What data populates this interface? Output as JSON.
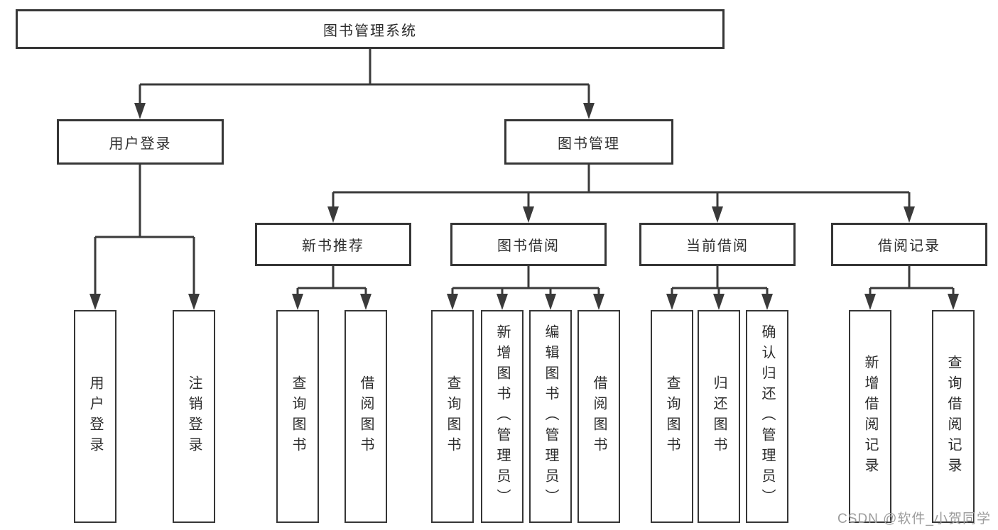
{
  "colors": {
    "background": "#ffffff",
    "line": "#3a3a3a",
    "box_border": "#363636",
    "text": "#2d2d2d",
    "watermark": "#9c9c9c"
  },
  "nodes": {
    "root": {
      "label": "图书管理系统"
    },
    "level2": [
      {
        "label": "用户登录"
      },
      {
        "label": "图书管理"
      }
    ],
    "level3": [
      {
        "label": "新书推荐"
      },
      {
        "label": "图书借阅"
      },
      {
        "label": "当前借阅"
      },
      {
        "label": "借阅记录"
      }
    ],
    "leaves": [
      {
        "label": "用户登录"
      },
      {
        "label": "注销登录"
      },
      {
        "label": "查询图书"
      },
      {
        "label": "借阅图书"
      },
      {
        "label": "查询图书"
      },
      {
        "label": "新增图书（管理员）"
      },
      {
        "label": "编辑图书（管理员）"
      },
      {
        "label": "借阅图书"
      },
      {
        "label": "查询图书"
      },
      {
        "label": "归还图书"
      },
      {
        "label": "确认归还（管理员）"
      },
      {
        "label": "新增借阅记录"
      },
      {
        "label": "查询借阅记录"
      }
    ]
  },
  "watermark": {
    "text": "CSDN @软件_小贺同学"
  }
}
